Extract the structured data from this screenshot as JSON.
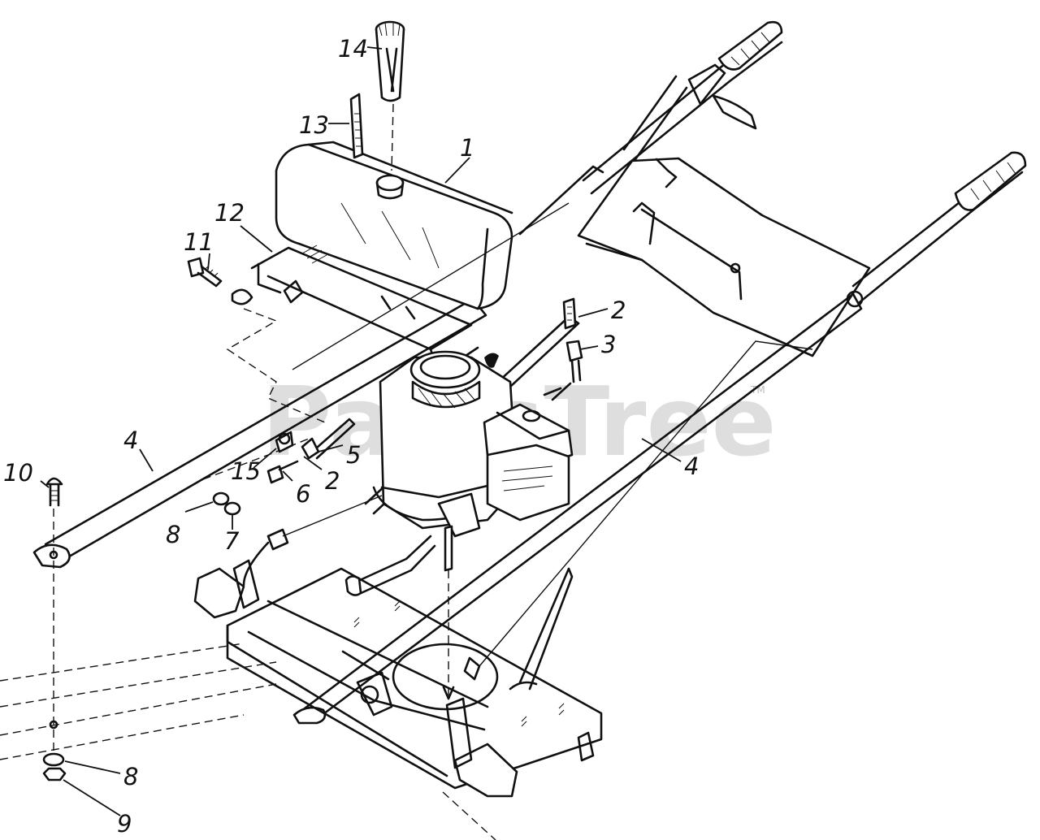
{
  "watermark": "PartsTree",
  "trademark": "TM",
  "callouts": {
    "c1": "1",
    "c2a": "2",
    "c2b": "2",
    "c3": "3",
    "c4a": "4",
    "c4b": "4",
    "c5": "5",
    "c6": "6",
    "c7": "7",
    "c8a": "8",
    "c8b": "8",
    "c9": "9",
    "c10": "10",
    "c11": "11",
    "c12": "12",
    "c13": "13",
    "c14": "14",
    "c15": "15"
  }
}
